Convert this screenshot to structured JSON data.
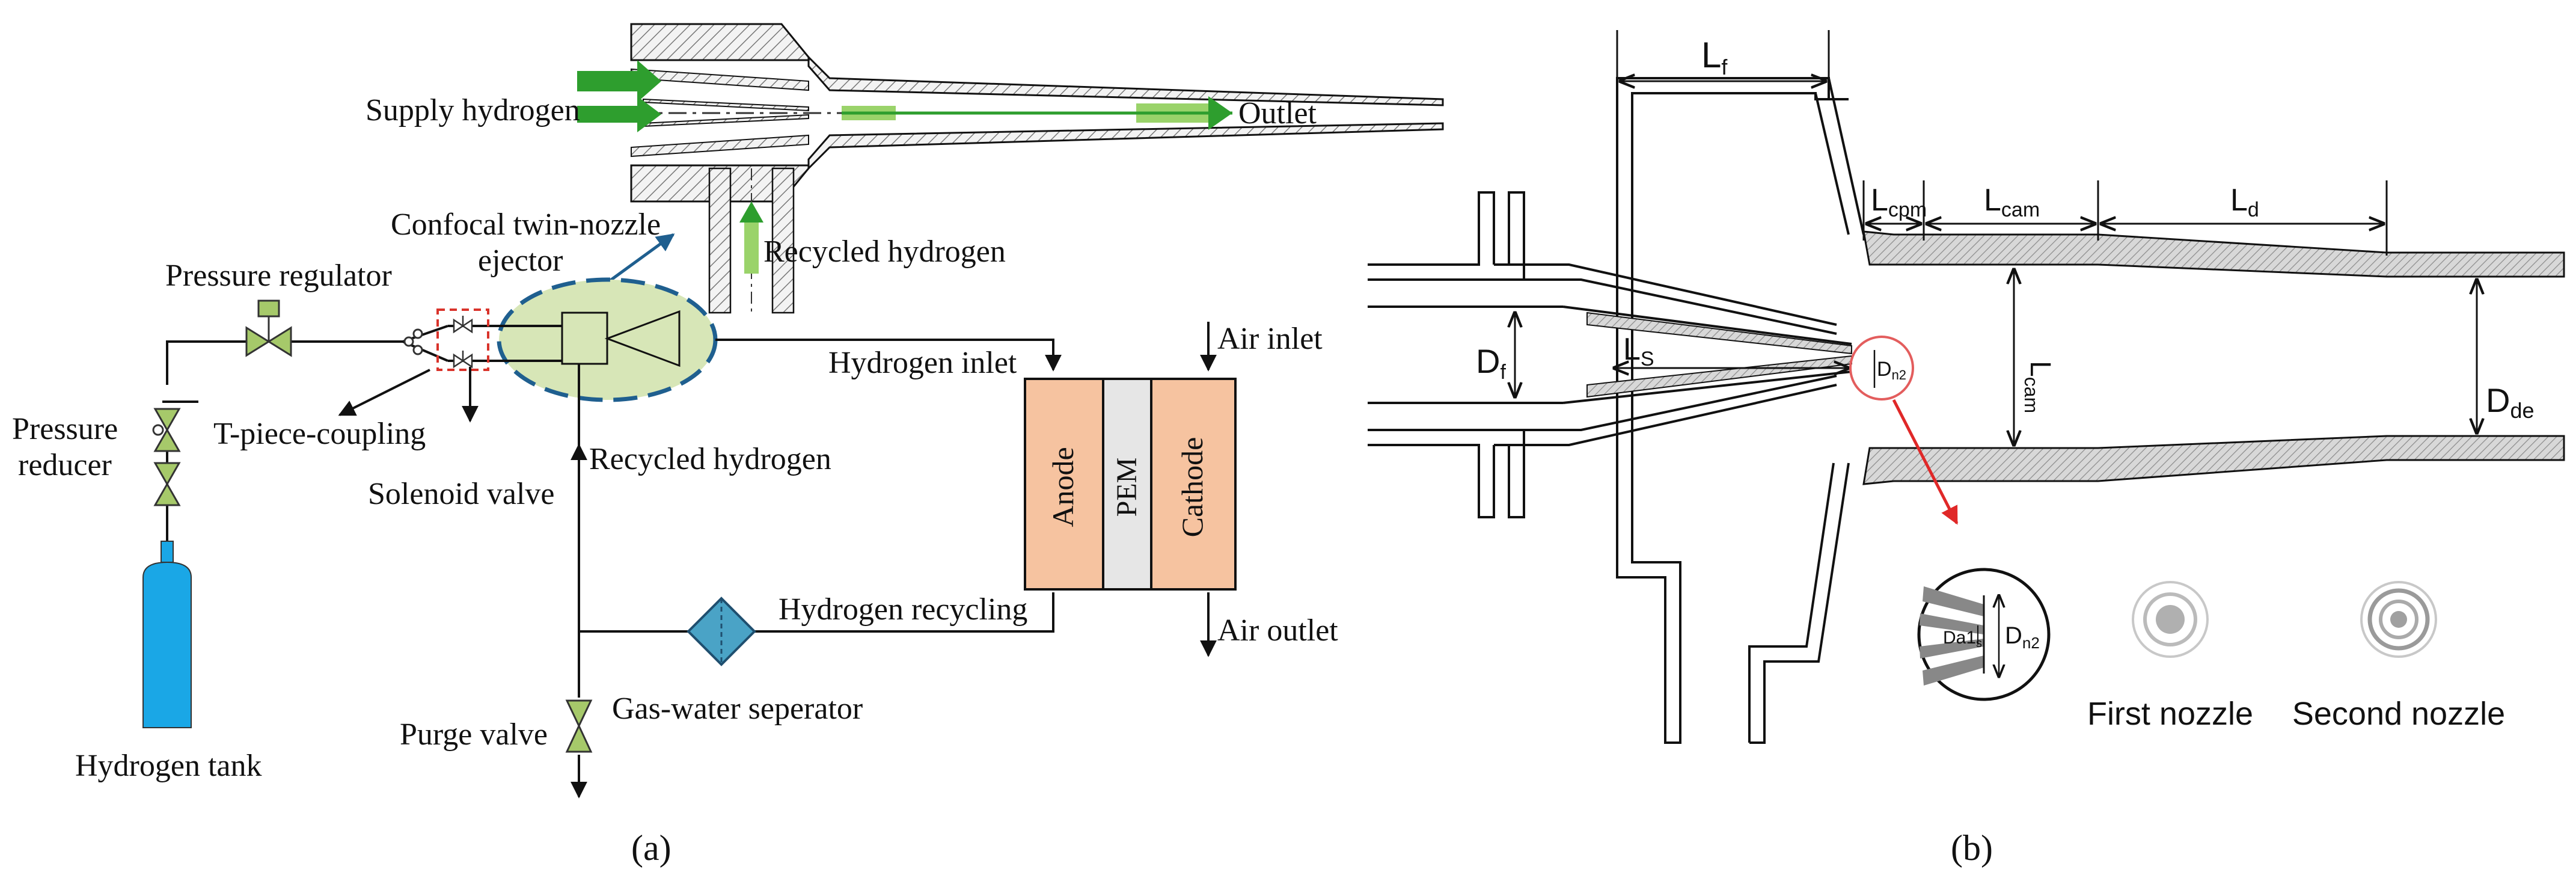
{
  "panel_a": {
    "caption": "(a)",
    "labels": {
      "supply_hydrogen": "Supply hydrogen",
      "outlet": "Outlet",
      "recycled_hydrogen_top": "Recycled hydrogen",
      "ejector_line1": "Confocal twin-nozzle",
      "ejector_line2": "ejector",
      "pressure_regulator": "Pressure regulator",
      "pressure_reducer_line1": "Pressure",
      "pressure_reducer_line2": "reducer",
      "t_piece": "T-piece-coupling",
      "solenoid_valve": "Solenoid valve",
      "recycled_hydrogen": "Recycled hydrogen",
      "hydrogen_inlet": "Hydrogen inlet",
      "air_inlet": "Air inlet",
      "anode": "Anode",
      "pem": "PEM",
      "cathode": "Cathode",
      "hydrogen_recycling": "Hydrogen recycling",
      "air_outlet": "Air outlet",
      "purge_valve": "Purge valve",
      "gas_water_separator": "Gas-water seperator",
      "hydrogen_tank": "Hydrogen tank"
    }
  },
  "panel_b": {
    "caption": "(b)",
    "labels": {
      "lf_main": "L",
      "lf_sub": "f",
      "lcpm_main": "L",
      "lcpm_sub": "cpm",
      "lcam_main": "L",
      "lcam_sub": "cam",
      "ld_main": "L",
      "ld_sub": "d",
      "df_main": "D",
      "df_sub": "f",
      "ls_main": "L",
      "ls_sub": "S",
      "dn2_main": "D",
      "dn2_sub": "n2",
      "lcam_v_main": "L",
      "lcam_v_sub": "cam",
      "dde_main": "D",
      "dde_sub": "de",
      "da1_main": "Da1",
      "da1_sub": "s",
      "dn2_inset_main": "D",
      "dn2_inset_sub": "n2",
      "first_nozzle": "First nozzle",
      "second_nozzle": "Second nozzle"
    }
  },
  "colors": {
    "fuel_cell_electrode": "#f6c3a0",
    "pem": "#e6e6e6",
    "hydrogen_tank": "#1aa7e6",
    "valve": "#a6c96a",
    "ejector_highlight": "#d7e6b7",
    "ejector_ring": "#1f5f8f",
    "supply_arrow": "#2e9e2e",
    "recycled_arrow": "#9ad36a",
    "solenoid_box": "#d9332b",
    "separator": "#4aa3c6",
    "callout_circle": "#e35d5d",
    "callout_arrow": "#e02828",
    "hatch_gray": "#9a9a9a"
  }
}
